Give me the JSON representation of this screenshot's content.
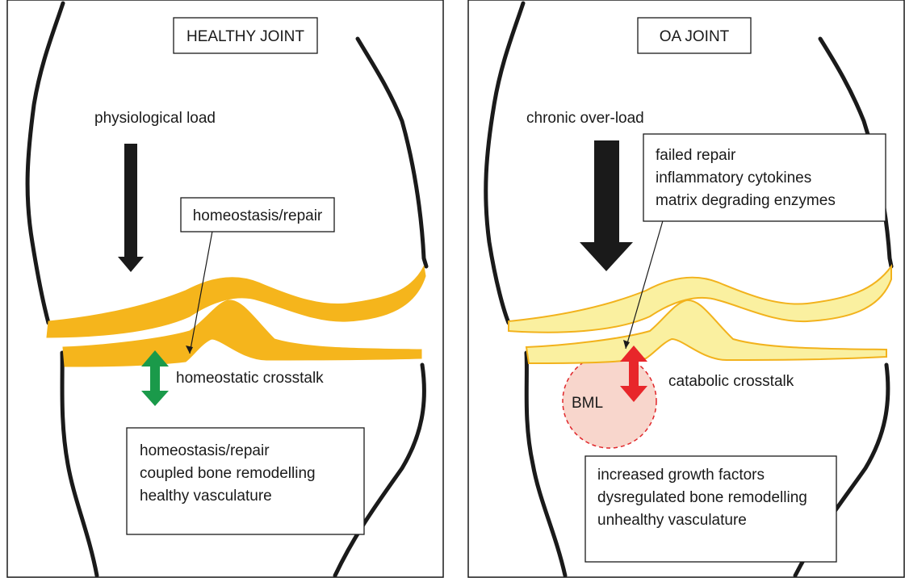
{
  "healthy": {
    "title": "HEALTHY JOINT",
    "load_label": "physiological load",
    "cartilage_box": "homeostasis/repair",
    "crosstalk_label": "homeostatic crosstalk",
    "bone_box": [
      "homeostasis/repair",
      "coupled bone remodelling",
      "healthy vasculature"
    ],
    "cartilage_color": "#f5b51c",
    "arrow_color": "#1a9a4a"
  },
  "oa": {
    "title": "OA JOINT",
    "load_label": "chronic over-load",
    "cartilage_box": [
      "failed repair",
      "inflammatory cytokines",
      "matrix degrading enzymes"
    ],
    "crosstalk_label": "catabolic crosstalk",
    "lesion_label": "BML",
    "bone_box": [
      "increased growth factors",
      "dysregulated bone remodelling",
      "unhealthy vasculature"
    ],
    "cartilage_color": "#faf0a0",
    "cartilage_edge": "#f2b21c",
    "arrow_color": "#e8262a",
    "lesion_fill": "#f8d6cc",
    "lesion_edge": "#e0262a"
  }
}
